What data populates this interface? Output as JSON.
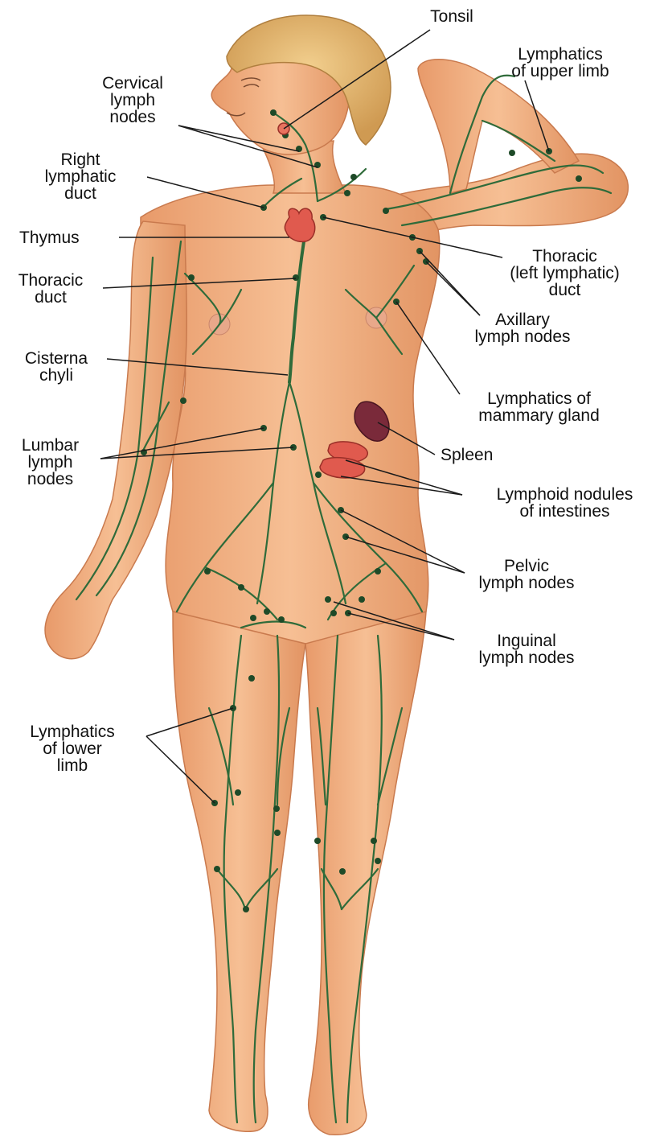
{
  "colors": {
    "skin": "#f2b083",
    "skin_shadow": "#d98b5c",
    "hair": "#e4b56d",
    "vessel": "#2f6b3a",
    "node": "#1e4a28",
    "organ": "#e05a4e",
    "spleen": "#7a2a3a",
    "leader": "#1a1a1a"
  },
  "labels": {
    "tonsil": "Tonsil",
    "cervical": "Cervical\nlymph\nnodes",
    "right_duct": "Right\nlymphatic\nduct",
    "thymus": "Thymus",
    "thoracic_duct": "Thoracic\nduct",
    "cisterna": "Cisterna\nchyli",
    "lumbar": "Lumbar\nlymph\nnodes",
    "lower_limb": "Lymphatics\nof lower\nlimb",
    "upper_limb": "Lymphatics\nof upper limb",
    "thoracic_left": "Thoracic\n(left lymphatic)\nduct",
    "axillary": "Axillary\nlymph nodes",
    "mammary": "Lymphatics of\nmammary gland",
    "spleen": "Spleen",
    "lymphoid": "Lymphoid nodules\nof intestines",
    "pelvic": "Pelvic\nlymph nodes",
    "inguinal": "Inguinal\nlymph nodes"
  }
}
